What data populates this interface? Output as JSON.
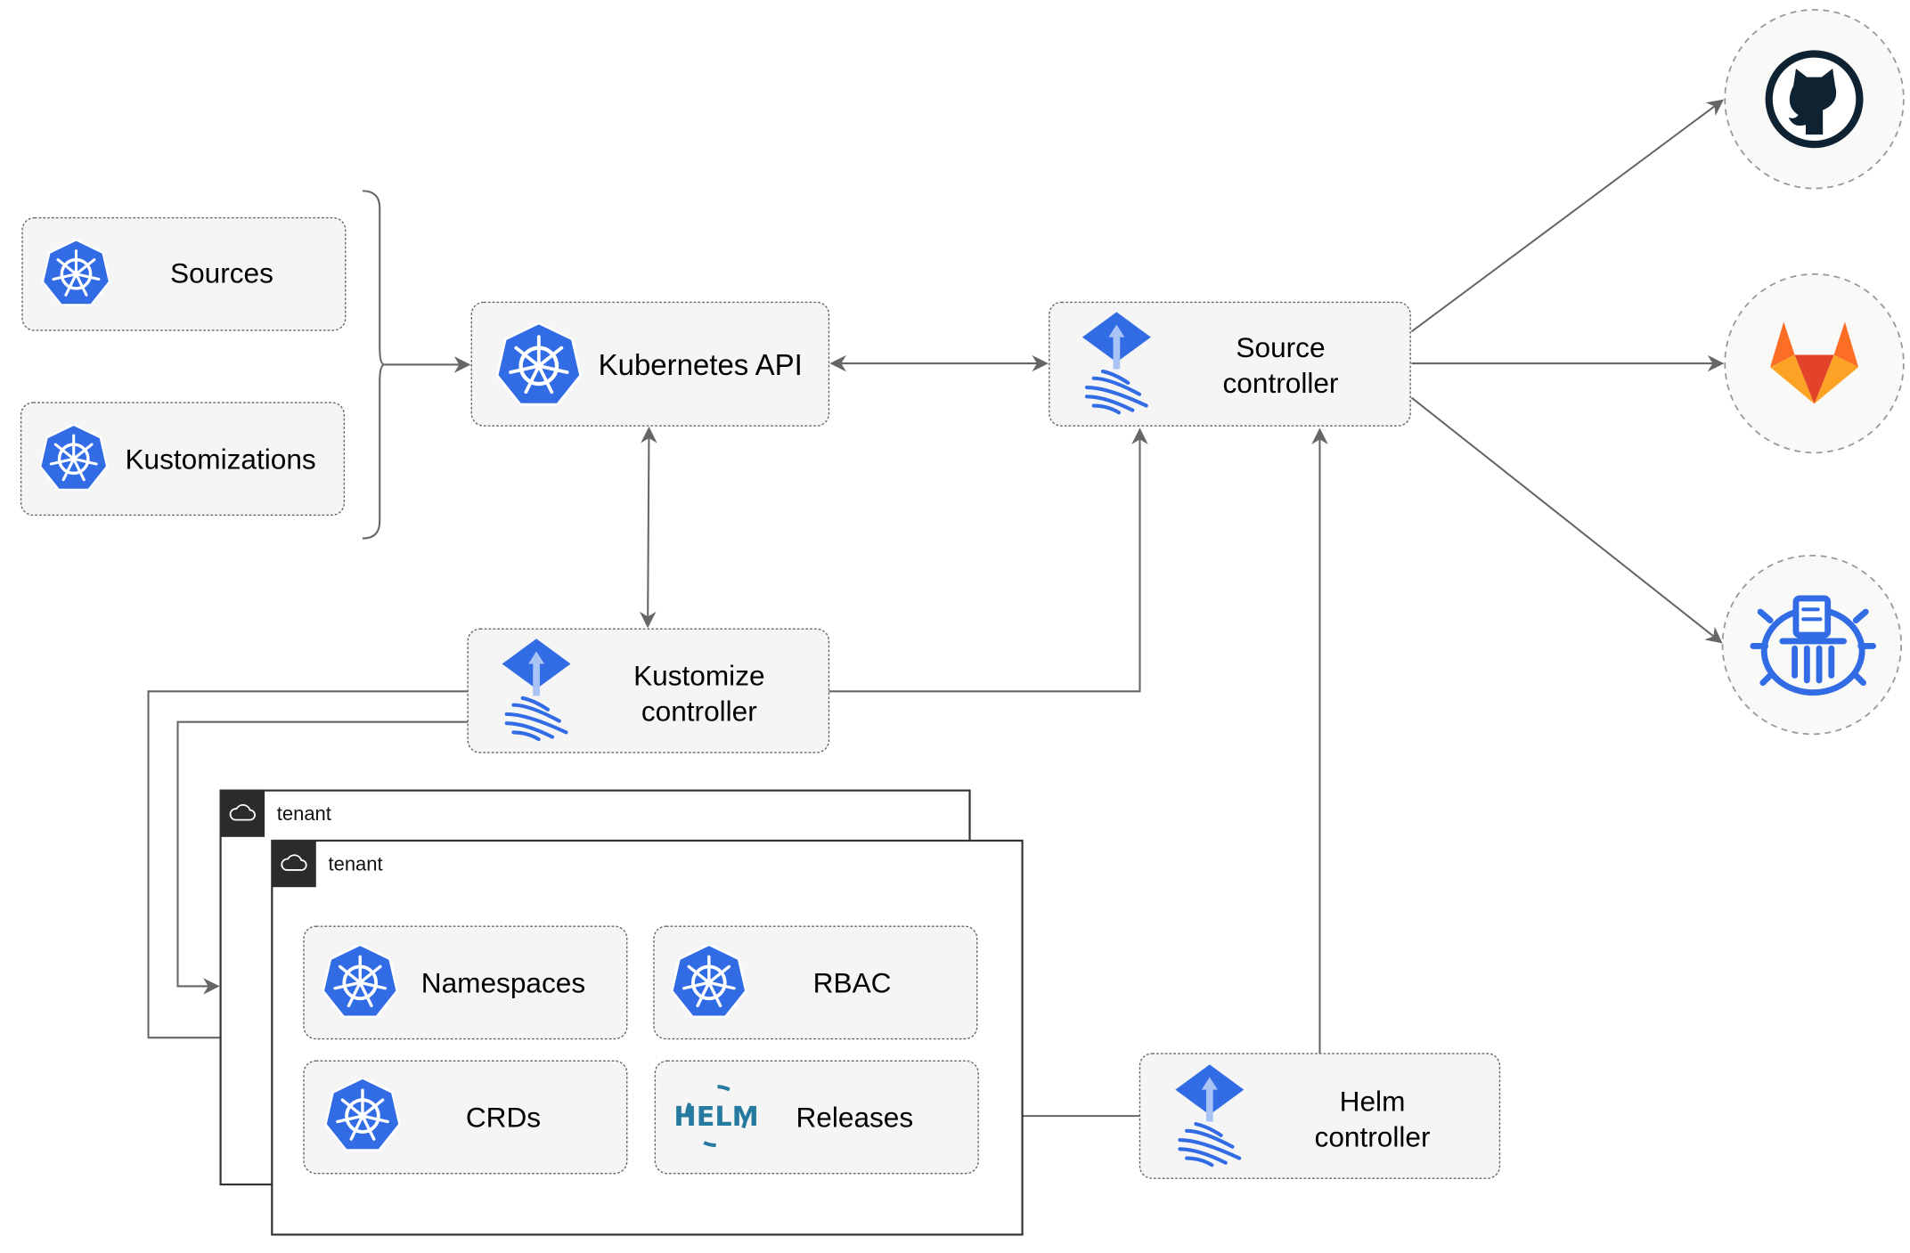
{
  "nodes": {
    "sources": {
      "label": "Sources",
      "icon": "kubernetes-icon"
    },
    "kustomizations": {
      "label": "Kustomizations",
      "icon": "kubernetes-icon"
    },
    "kubernetes_api": {
      "label": "Kubernetes API",
      "icon": "kubernetes-icon"
    },
    "source_controller": {
      "line1": "Source",
      "line2": "controller",
      "icon": "flux-icon"
    },
    "kustomize_controller": {
      "line1": "Kustomize",
      "line2": "controller",
      "icon": "flux-icon"
    },
    "helm_controller": {
      "line1": "Helm",
      "line2": "controller",
      "icon": "flux-icon"
    },
    "namespaces": {
      "label": "Namespaces",
      "icon": "kubernetes-icon"
    },
    "rbac": {
      "label": "RBAC",
      "icon": "kubernetes-icon"
    },
    "crds": {
      "label": "CRDs",
      "icon": "kubernetes-icon"
    },
    "releases": {
      "label": "Releases",
      "icon": "helm-icon",
      "logo_text": "HELM"
    }
  },
  "tenants": [
    {
      "label": "tenant",
      "icon": "cloud-icon"
    },
    {
      "label": "tenant",
      "icon": "cloud-icon"
    }
  ],
  "external_sources": [
    {
      "icon": "github-icon"
    },
    {
      "icon": "gitlab-icon"
    },
    {
      "icon": "bucket-icon"
    }
  ],
  "colors": {
    "kubernetes_blue": "#326ce5",
    "box_fill": "#f5f5f5",
    "edge": "#666666",
    "github_dark": "#0f2231",
    "gitlab_orange": "#e24329",
    "gitlab_light": "#fca326",
    "helm_blue": "#277a9f"
  }
}
